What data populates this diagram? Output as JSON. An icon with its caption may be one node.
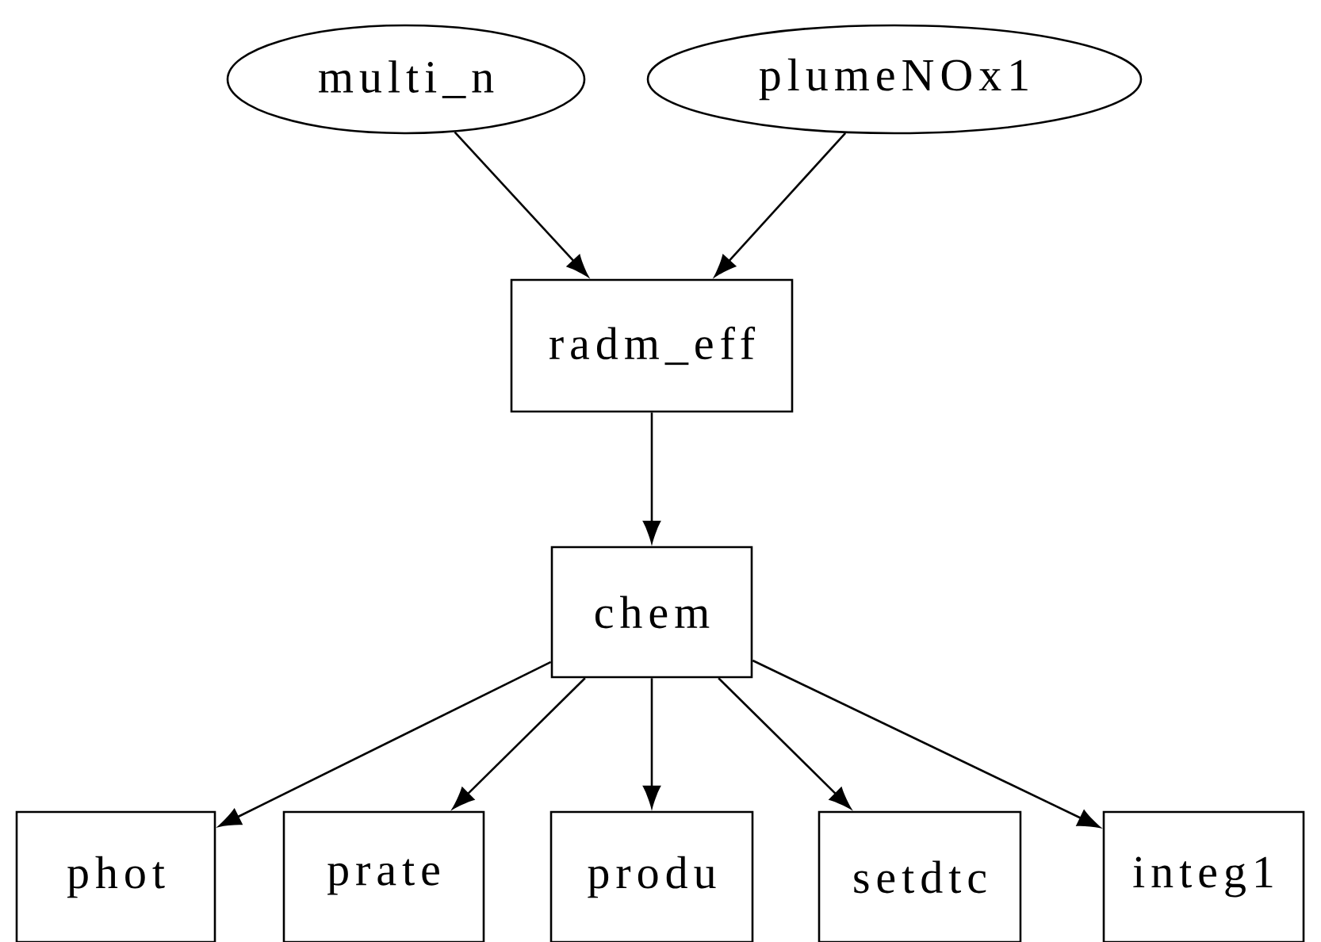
{
  "diagram": {
    "nodes": [
      {
        "text": [
          "multi_n"
        ]
      },
      {
        "text": [
          "plumeNOx1"
        ]
      },
      {
        "text": [
          "radm_eff"
        ]
      },
      {
        "text": [
          "chem"
        ]
      },
      {
        "text": [
          "phot"
        ]
      },
      {
        "text": [
          "prate"
        ]
      },
      {
        "text": [
          "produ"
        ]
      },
      {
        "text": [
          "setdtc"
        ]
      },
      {
        "text": [
          "integ1"
        ]
      }
    ],
    "edges": [
      {
        "from": 0,
        "to": 2,
        "arrow": "to"
      },
      {
        "from": 1,
        "to": 2,
        "arrow": "to"
      },
      {
        "from": 2,
        "to": 3,
        "arrow": "to"
      },
      {
        "from": 3,
        "to": 4,
        "arrow": "to"
      },
      {
        "from": 3,
        "to": 5,
        "arrow": "to"
      },
      {
        "from": 3,
        "to": 6,
        "arrow": "to"
      },
      {
        "from": 3,
        "to": 7,
        "arrow": "to"
      },
      {
        "from": 3,
        "to": 8,
        "arrow": "to"
      }
    ]
  }
}
